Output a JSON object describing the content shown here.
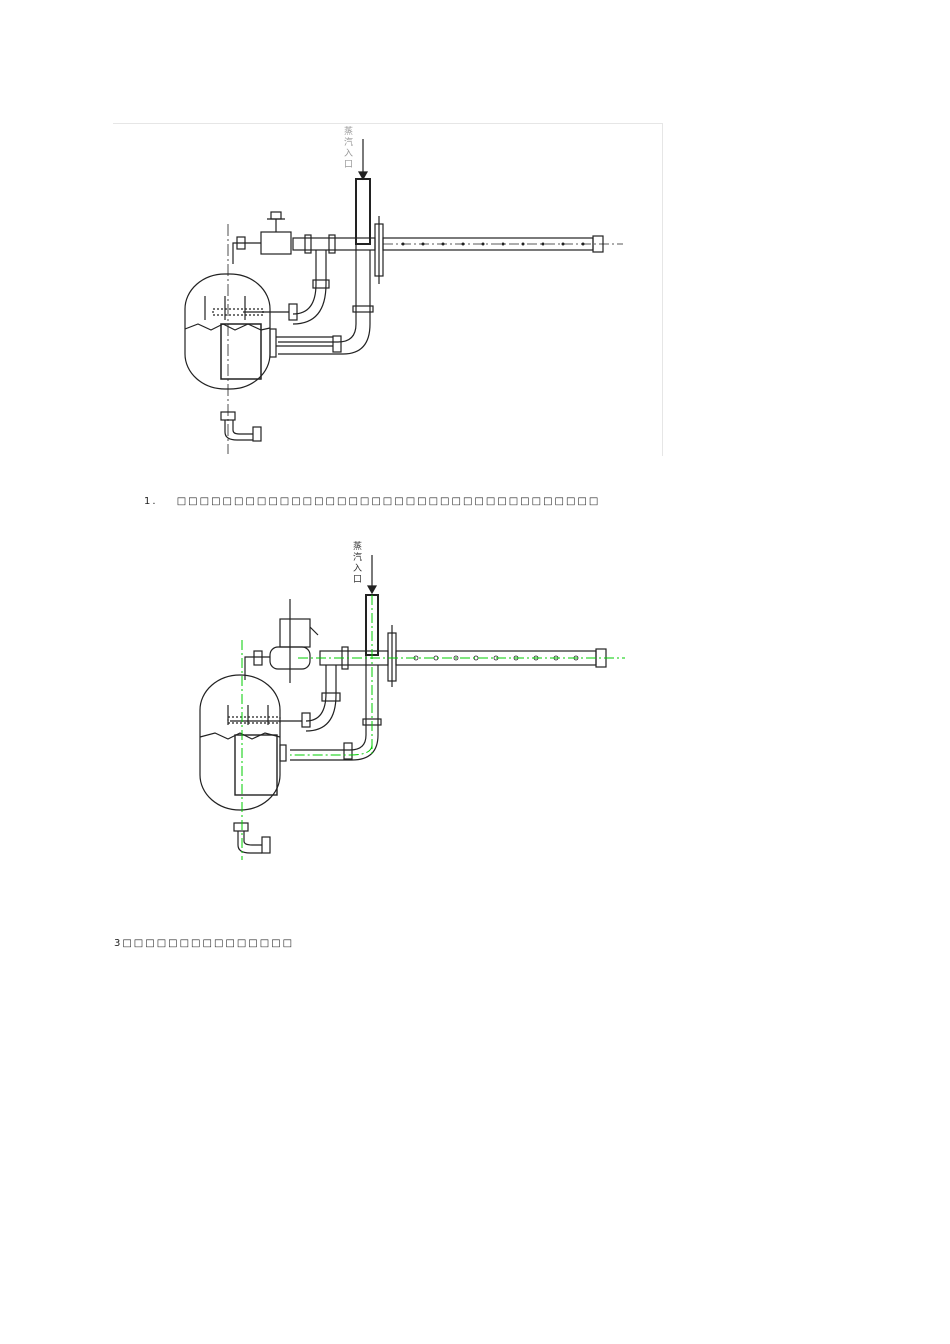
{
  "figure1": {
    "inlet_label": "蒸汽入口"
  },
  "figure2": {
    "inlet_label": "蒸汽入口"
  },
  "caption1": {
    "number": "1.",
    "text": "□□□□□□□□□□□□□□□□□□□□□□□□□□□□□□□□□□□□□"
  },
  "caption3": {
    "text": "3□□□□□□□□□□□□□□□"
  },
  "colors": {
    "line": "#222222",
    "centerline_fig2": "#00cc00",
    "border": "#e6e6e6"
  }
}
